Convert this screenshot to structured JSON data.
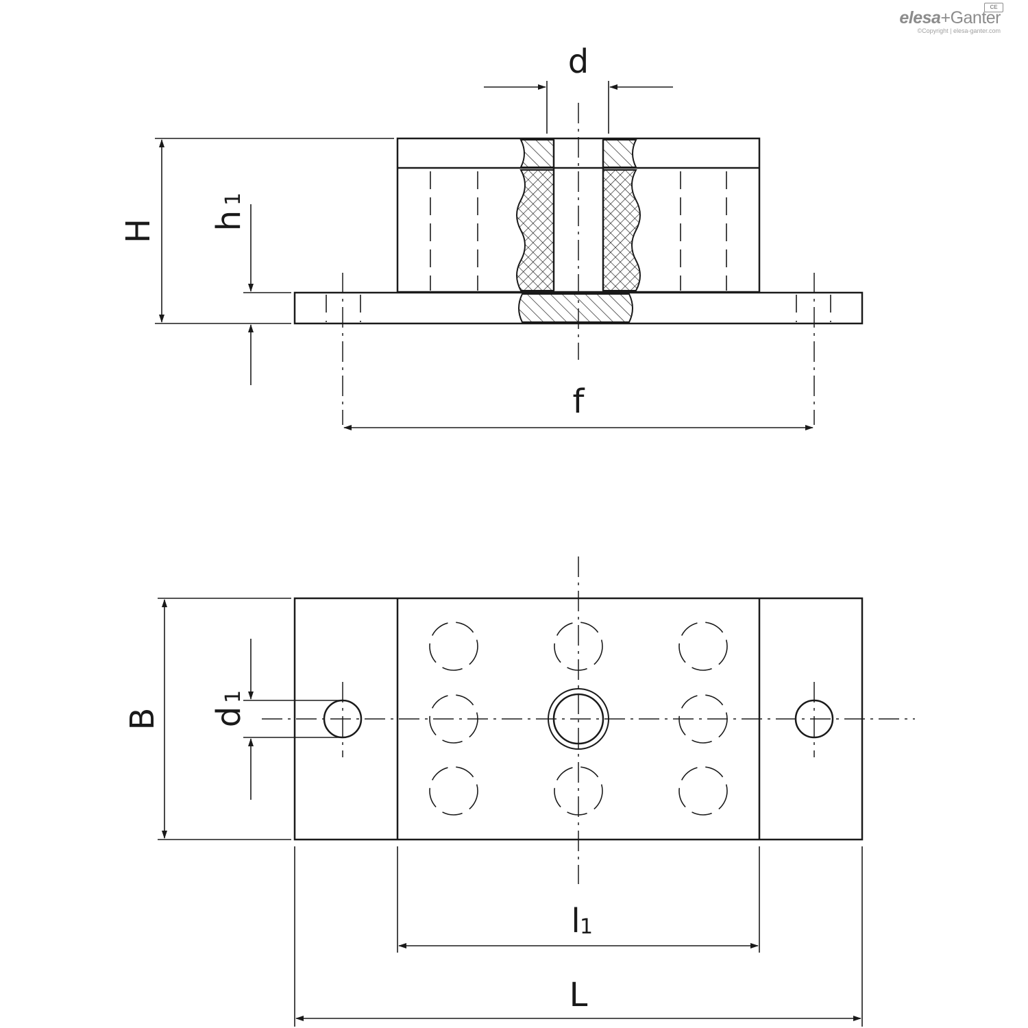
{
  "logo": {
    "brand_prefix": "elesa",
    "brand_separator": "+",
    "brand_suffix": "Ganter",
    "copyright": "©Copyright | elesa-ganter.com"
  },
  "labels": {
    "d": "d",
    "H": "H",
    "h1_main": "h",
    "h1_sub": "1",
    "f": "f",
    "B": "B",
    "d1_main": "d",
    "d1_sub": "1",
    "l1_main": "l",
    "l1_sub": "1",
    "L": "L"
  },
  "colors": {
    "line": "#1a1a1a",
    "logo": "#8c8c8c"
  }
}
